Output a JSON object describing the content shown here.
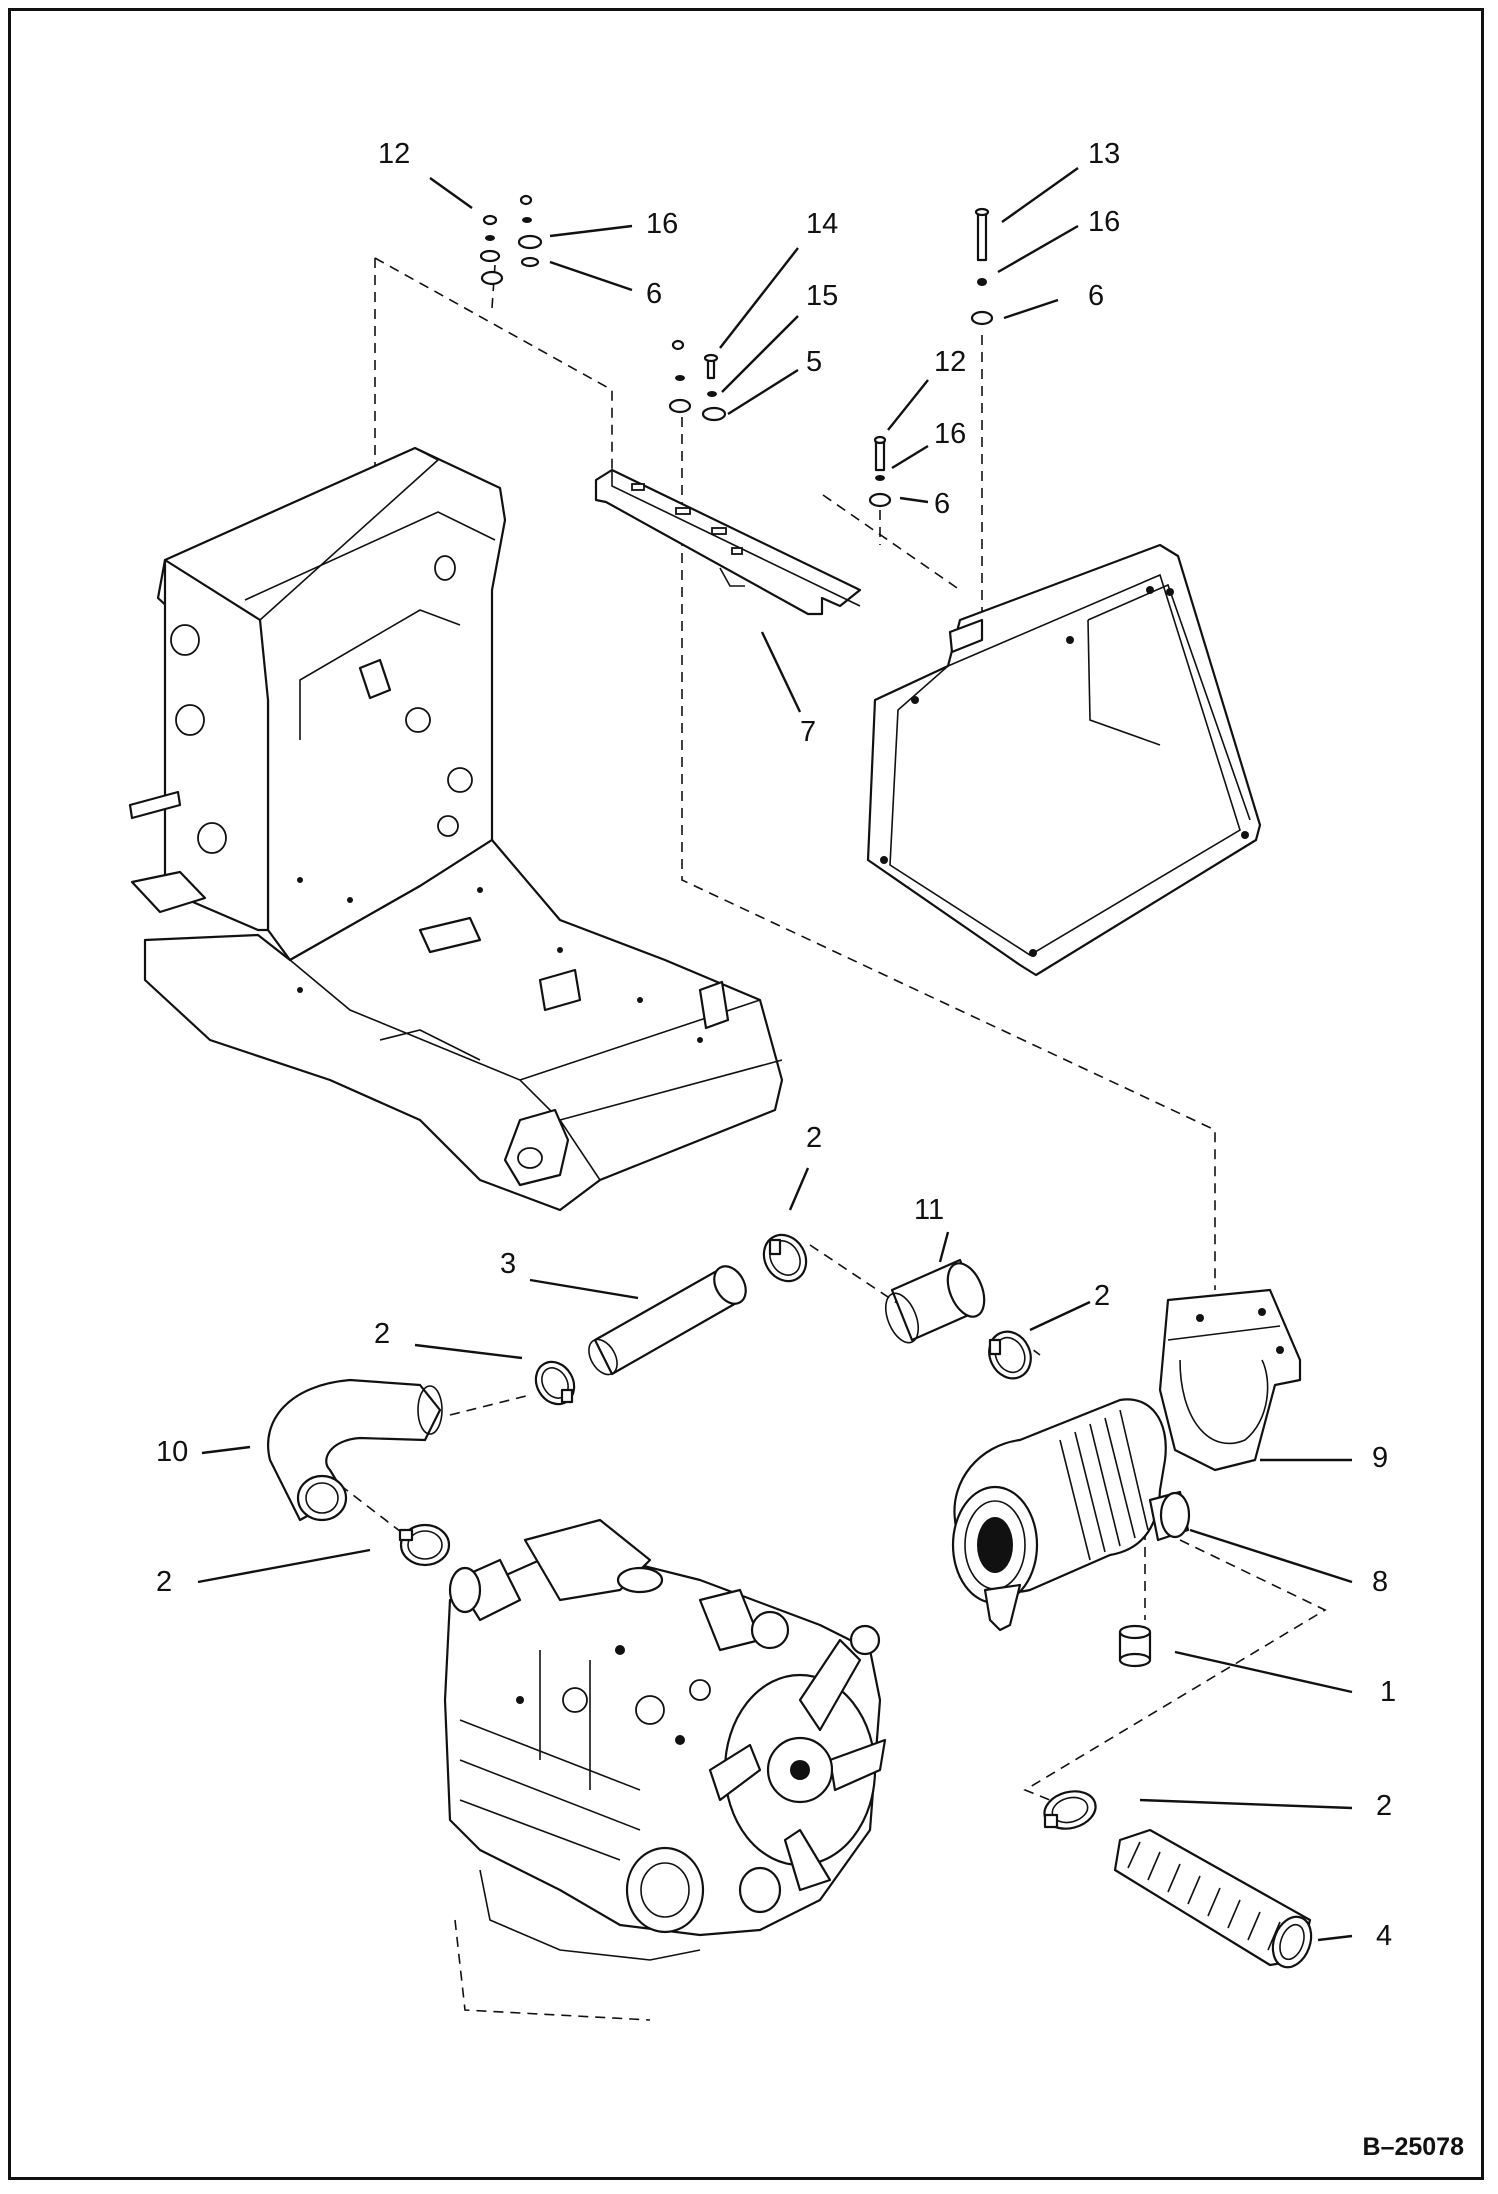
{
  "figure_id": "B–25078",
  "callouts": [
    {
      "id": "c12a",
      "text": "12"
    },
    {
      "id": "c16a",
      "text": "16"
    },
    {
      "id": "c6a",
      "text": "6"
    },
    {
      "id": "c14",
      "text": "14"
    },
    {
      "id": "c15",
      "text": "15"
    },
    {
      "id": "c5",
      "text": "5"
    },
    {
      "id": "c13",
      "text": "13"
    },
    {
      "id": "c16b",
      "text": "16"
    },
    {
      "id": "c6b",
      "text": "6"
    },
    {
      "id": "c12b",
      "text": "12"
    },
    {
      "id": "c16c",
      "text": "16"
    },
    {
      "id": "c6c",
      "text": "6"
    },
    {
      "id": "c7",
      "text": "7"
    },
    {
      "id": "c2a",
      "text": "2"
    },
    {
      "id": "c11",
      "text": "11"
    },
    {
      "id": "c3",
      "text": "3"
    },
    {
      "id": "c2b",
      "text": "2"
    },
    {
      "id": "c2c",
      "text": "2"
    },
    {
      "id": "c10",
      "text": "10"
    },
    {
      "id": "c9",
      "text": "9"
    },
    {
      "id": "c2d",
      "text": "2"
    },
    {
      "id": "c8",
      "text": "8"
    },
    {
      "id": "c1",
      "text": "1"
    },
    {
      "id": "c2e",
      "text": "2"
    },
    {
      "id": "c4",
      "text": "4"
    }
  ]
}
